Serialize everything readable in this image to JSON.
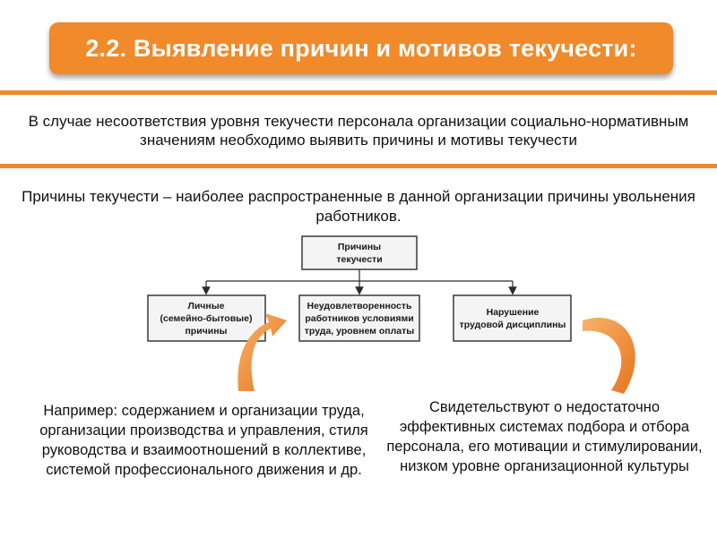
{
  "title": "2.2. Выявление причин и мотивов текучести:",
  "intro_text": "В случае несоответствия уровня текучести персонала организации социально-нормативным значениям необходимо выявить причины и мотивы текучести",
  "definition_text": "Причины текучести – наиболее распространенные в данной организации причины увольнения работников.",
  "diagram": {
    "root": [
      "Причины",
      "текучести"
    ],
    "children": [
      [
        "Личные",
        "(семейно-бытовые)",
        "причины"
      ],
      [
        "Неудовлетворенность",
        "работников условиями",
        "труда, уровнем оплаты"
      ],
      [
        "Нарушение",
        "трудовой дисциплины"
      ]
    ]
  },
  "note_left": "Например: содержанием и организации труда, организации производства и управления, стиля руководства и взаимоотношений в коллективе, системой профессионального движения и др.",
  "note_right": "Свидетельствуют о недостаточно эффективных системах подбора и отбора персонала, его мотивации и стимулировании, низком уровне организационной культуры",
  "colors": {
    "accent": "#f08a2a",
    "box_border": "#3a3a3a"
  }
}
